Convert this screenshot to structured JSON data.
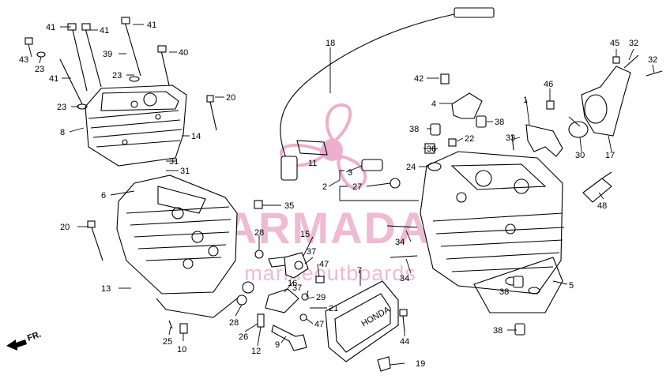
{
  "diagram": {
    "callouts": [
      "1",
      "2",
      "3",
      "4",
      "5",
      "6",
      "7",
      "8",
      "9",
      "10",
      "11",
      "12",
      "13",
      "14",
      "15",
      "16",
      "17",
      "18",
      "19",
      "20",
      "20",
      "21",
      "22",
      "23",
      "23",
      "23",
      "24",
      "25",
      "26",
      "27",
      "28",
      "28",
      "29",
      "30",
      "31",
      "31",
      "32",
      "32",
      "33",
      "34",
      "34",
      "35",
      "36",
      "37",
      "37",
      "38",
      "38",
      "38",
      "38",
      "39",
      "40",
      "41",
      "41",
      "41",
      "41",
      "42",
      "43",
      "44",
      "45",
      "46",
      "47",
      "47",
      "48"
    ],
    "direction_marker": "FR."
  },
  "watermark": {
    "brand": "ARMADA",
    "tagline": "marineoutboards",
    "color": "#e9a3c6"
  }
}
